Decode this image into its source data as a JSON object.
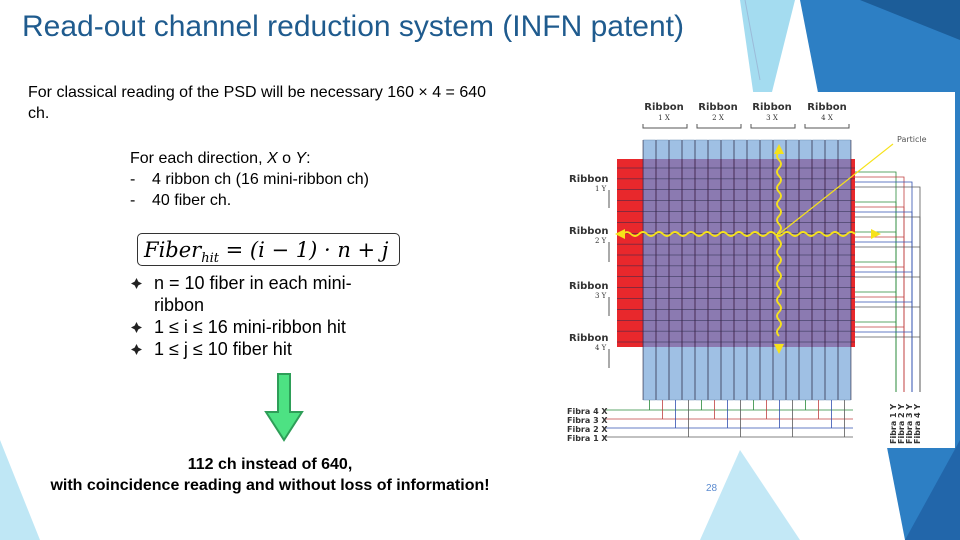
{
  "title": "Read-out channel reduction system (INFN patent)",
  "intro": "For classical reading of the PSD will be necessary 160 × 4 = 640 ch.",
  "direction": {
    "heading_prefix": "For each direction, ",
    "heading_x": "X",
    "heading_o": " o ",
    "heading_y": "Y",
    "heading_colon": ":",
    "items": [
      "4 ribbon ch (16 mini-ribbon ch)",
      "40 fiber ch."
    ]
  },
  "formula": {
    "lhs": "Fiber",
    "sub": "hit",
    "rhs": " = (i − 1) · n + j"
  },
  "bullets": [
    "n = 10 fiber in each mini-ribbon",
    "1 ≤ i ≤ 16 mini-ribbon hit",
    "1 ≤ j ≤ 10 fiber hit"
  ],
  "result": {
    "line1": "112 ch instead of 640,",
    "line2": "with coincidence reading and without loss of information!"
  },
  "page_number": "28",
  "diagram": {
    "top_ribbons": [
      {
        "name": "Ribbon",
        "sub": "1 X"
      },
      {
        "name": "Ribbon",
        "sub": "2 X"
      },
      {
        "name": "Ribbon",
        "sub": "3 X"
      },
      {
        "name": "Ribbon",
        "sub": "4 X"
      }
    ],
    "side_ribbons": [
      {
        "name": "Ribbon",
        "sub": "1 Y"
      },
      {
        "name": "Ribbon",
        "sub": "2 Y"
      },
      {
        "name": "Ribbon",
        "sub": "3 Y"
      },
      {
        "name": "Ribbon",
        "sub": "4 Y"
      }
    ],
    "particle_label": "Particle",
    "fibra_x": [
      "Fibra 4 X",
      "Fibra 3 X",
      "Fibra 2 X",
      "Fibra 1 X"
    ],
    "fibra_y": [
      "Fibra 1 Y",
      "Fibra 2 Y",
      "Fibra 3 Y",
      "Fibra 4 Y"
    ],
    "colors": {
      "red": "#e8282c",
      "purple": "#8e4a78",
      "fiber": "#9fc0e4",
      "wave": "#f6e21a",
      "accent": "#1f5b8e"
    }
  }
}
